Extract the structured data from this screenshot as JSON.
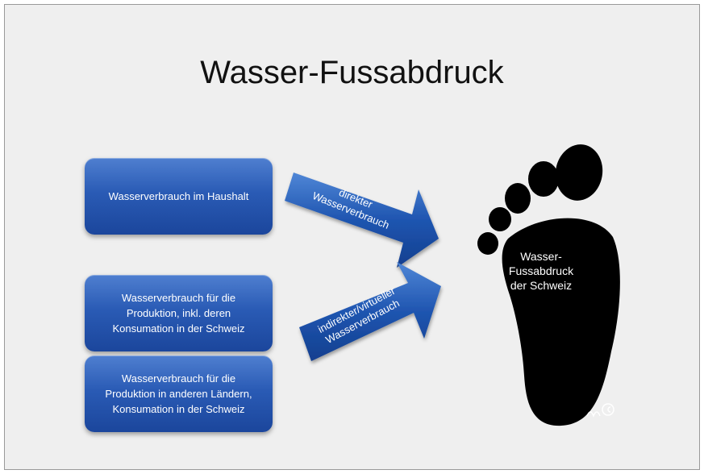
{
  "title": "Wasser-Fussabdruck",
  "boxes": {
    "household": "Wasserverbrauch im Haushalt",
    "production_swiss": "Wasserverbrauch für die\nProduktion, inkl. deren\nKonsumation in der Schweiz",
    "production_abroad": "Wasserverbrauch für die\nProduktion in anderen Ländern,\nKonsumation in der Schweiz"
  },
  "arrows": {
    "direct": "direkter\nWasserverbrauch",
    "indirect": "indirekter/virtueller\nWasserverbrauch"
  },
  "footprint": {
    "label": "Wasser-\nFussabdruck\nder Schweiz"
  },
  "colors": {
    "box_blue": "#2a5bb5",
    "foot": "#000000"
  }
}
